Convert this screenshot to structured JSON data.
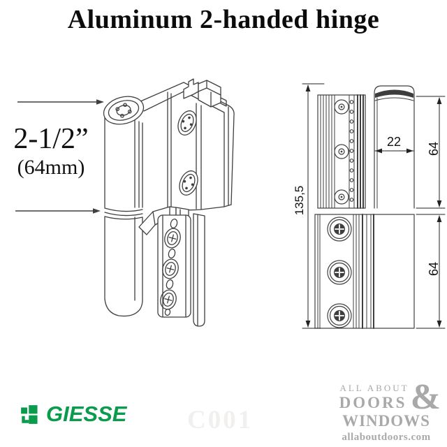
{
  "title": "Aluminum 2-handed hinge",
  "annotation": {
    "inches": "2-1/2”",
    "mm": "(64mm)"
  },
  "dimensions": {
    "total_height": "135,5",
    "barrel_width": "22",
    "upper_leaf_height": "64",
    "lower_leaf_height": "64"
  },
  "watermark": "C001",
  "brand": {
    "name": "GIESSE",
    "color": "#0a9b4c"
  },
  "retailer": {
    "line1": "ALL ABOUT",
    "line2": "DOORS",
    "ampersand": "&",
    "line3": "WINDOWS",
    "website": "allaboutdoors.com",
    "color": "#a9a9a9"
  },
  "drawing_line_color": "#3f3f3f"
}
